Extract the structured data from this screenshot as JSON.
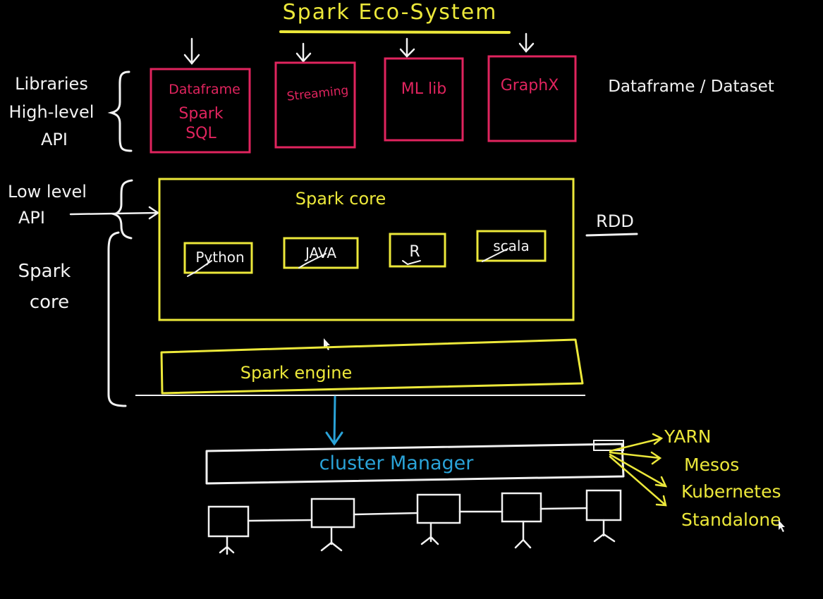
{
  "title": "Spark Eco-System",
  "left_labels": {
    "libraries": [
      "Libraries",
      "High-level",
      "API"
    ],
    "low_level": [
      "Low level",
      "API"
    ],
    "spark_core": [
      "Spark",
      "core"
    ]
  },
  "libraries": [
    {
      "lines": [
        "Dataframe",
        "Spark",
        "SQL"
      ]
    },
    {
      "lines": [
        "Streaming"
      ]
    },
    {
      "lines": [
        "ML lib"
      ]
    },
    {
      "lines": [
        "GraphX"
      ]
    }
  ],
  "right_labels": {
    "dataframe": "Dataframe / Dataset",
    "rdd": "RDD"
  },
  "spark_core": {
    "title": "Spark core",
    "languages": [
      "Python",
      "JAVA",
      "R",
      "scala"
    ]
  },
  "spark_engine": "Spark engine",
  "cluster_manager": "cluster Manager",
  "cluster_managers": [
    "YARN",
    "Mesos",
    "Kubernetes",
    "Standalone"
  ],
  "colors": {
    "background": "#000000",
    "white": "#f2f2f2",
    "yellow": "#ece83a",
    "pink": "#e0245e",
    "blue": "#2aa3d8"
  }
}
